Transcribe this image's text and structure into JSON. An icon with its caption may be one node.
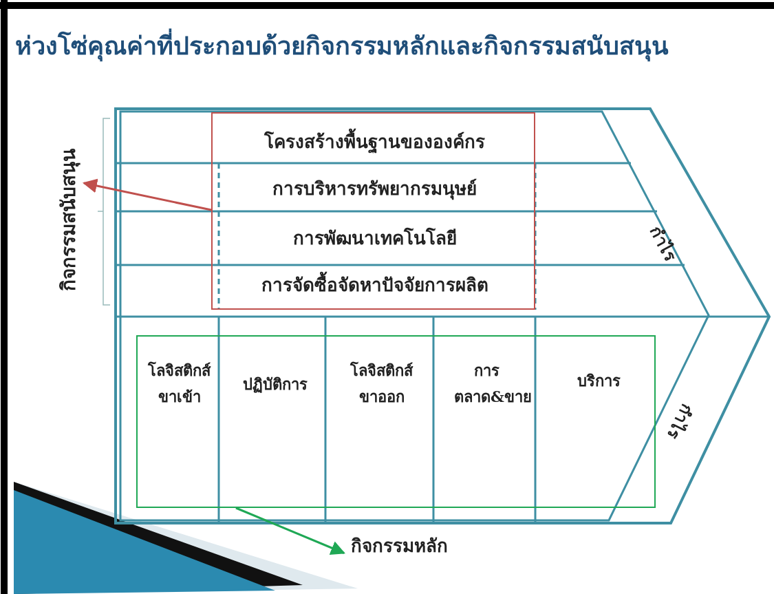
{
  "diagram": {
    "title": "ห่วงโซ่คุณค่าที่ประกอบด้วยกิจกรรมหลักและกิจกรรมสนับสนุน",
    "nodes": [
      {
        "text": [
          "กิจกรรมสนับสนุน"
        ]
      },
      {
        "text": [],
        "shape": "box"
      },
      {
        "text": [
          "โครงสร้างพื้นฐานขององค์กร"
        ],
        "in": 1
      },
      {
        "text": [
          "การบริหารทรัพยากรมนุษย์"
        ],
        "in": 1
      },
      {
        "text": [
          "การพัฒนาเทคโนโลยี"
        ],
        "in": 1
      },
      {
        "text": [
          "การจัดซื้อจัดหาปัจจัยการผลิต"
        ],
        "in": 1
      },
      {
        "text": [],
        "shape": "box"
      },
      {
        "text": [
          "โลจิสติกส์ขาเข้า"
        ],
        "in": 6
      },
      {
        "text": [
          "ปฏิบัติการ"
        ],
        "in": 6
      },
      {
        "text": [
          "โลจิสติกส์ขาออก"
        ],
        "in": 6
      },
      {
        "text": [
          "การตลาด&ขาย"
        ],
        "in": 6
      },
      {
        "text": [
          "บริการ"
        ],
        "in": 6
      },
      {
        "text": [
          "กิจกรรมหลัก"
        ]
      }
    ],
    "edges": [
      {
        "from": 1,
        "to": 0,
        "arrow": "to",
        "color": "#c0504d"
      },
      {
        "from": 6,
        "to": 12,
        "arrow": "to",
        "color": "#1fa855"
      }
    ],
    "labels": [
      "กำไร",
      "กำไร"
    ]
  }
}
